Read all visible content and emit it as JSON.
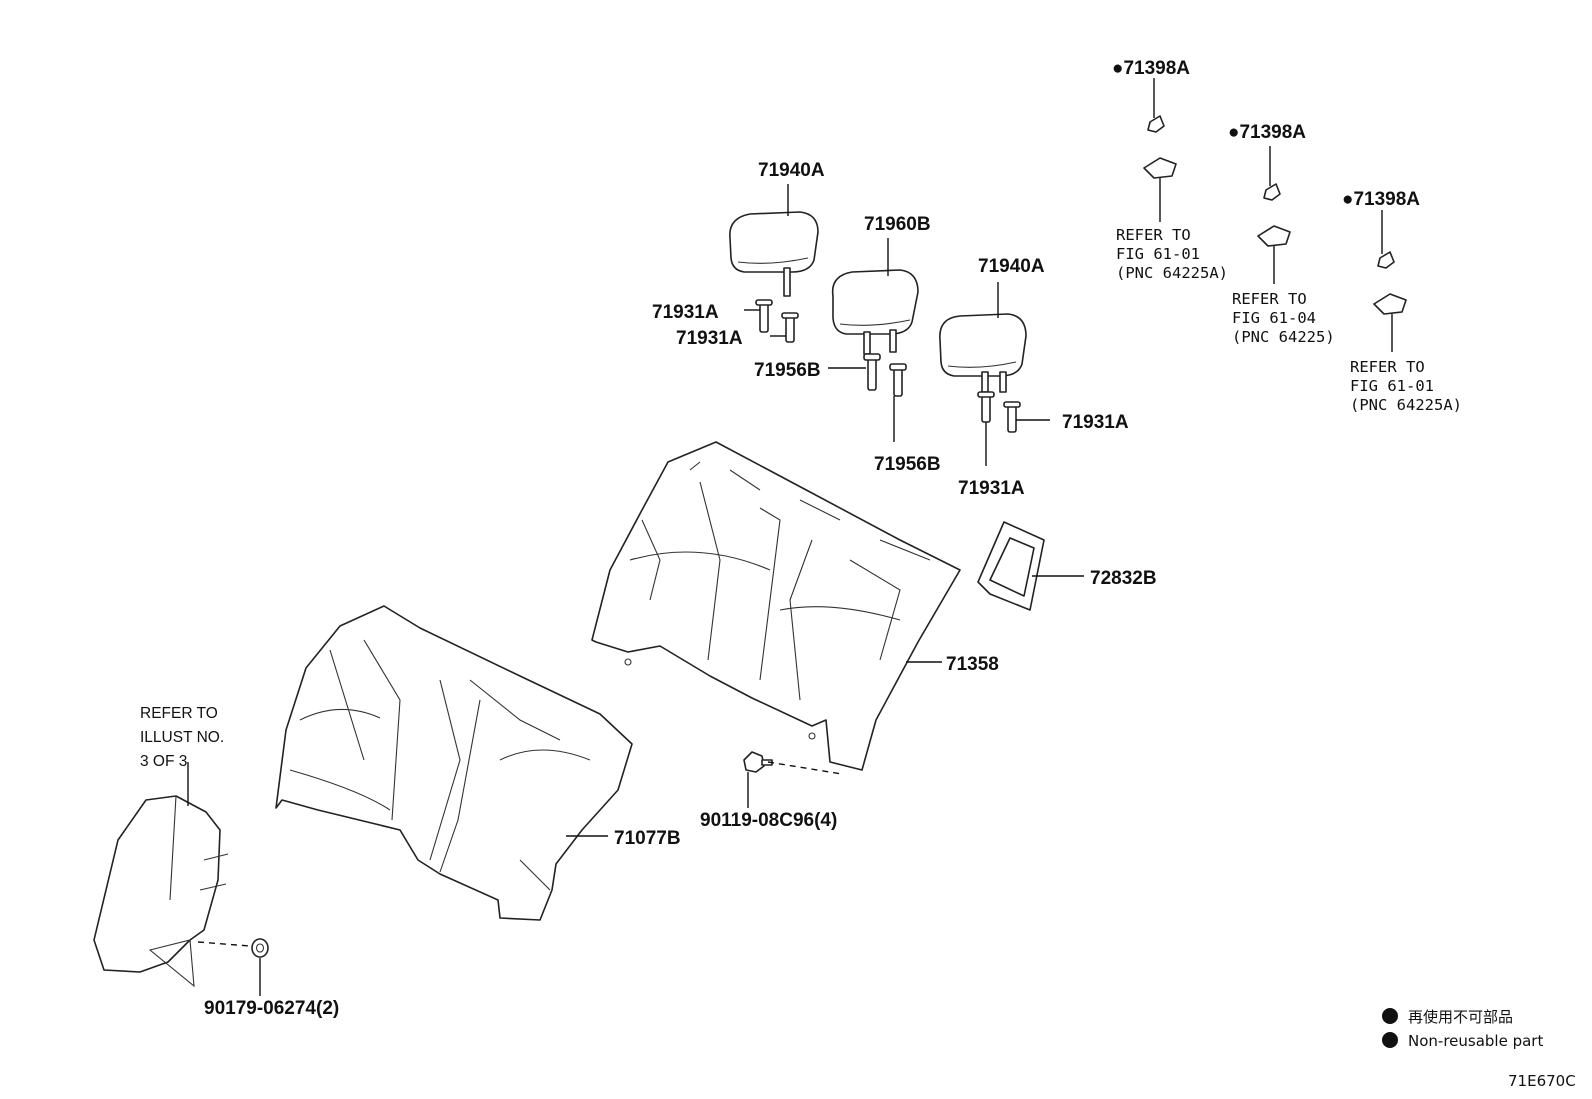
{
  "labels": {
    "p71398_1": "●71398A",
    "p71398_2": "●71398A",
    "p71398_3": "●71398A",
    "p71940_1": "71940A",
    "p71940_2": "71940A",
    "p71960": "71960B",
    "p71931_1": "71931A",
    "p71931_2": "71931A",
    "p71931_3": "71931A",
    "p71931_4": "71931A",
    "p71956_1": "71956B",
    "p71956_2": "71956B",
    "p72832": "72832B",
    "p71358": "71358",
    "p71077": "71077B",
    "p90119": "90119-08C96(4)",
    "p90179": "90179-06274(2)"
  },
  "refer_notes": {
    "a": [
      "REFER TO",
      "FIG 61-01",
      "(PNC 64225A)"
    ],
    "b": [
      "REFER TO",
      "FIG 61-04",
      "(PNC 64225)"
    ],
    "c": [
      "REFER TO",
      "FIG 61-01",
      "(PNC 64225A)"
    ],
    "illust": [
      "REFER TO",
      "ILLUST NO.",
      "3 OF 3"
    ]
  },
  "legend": {
    "jp": "再使用不可部品",
    "en": "Non-reusable part"
  },
  "figure_id": "71E670C"
}
